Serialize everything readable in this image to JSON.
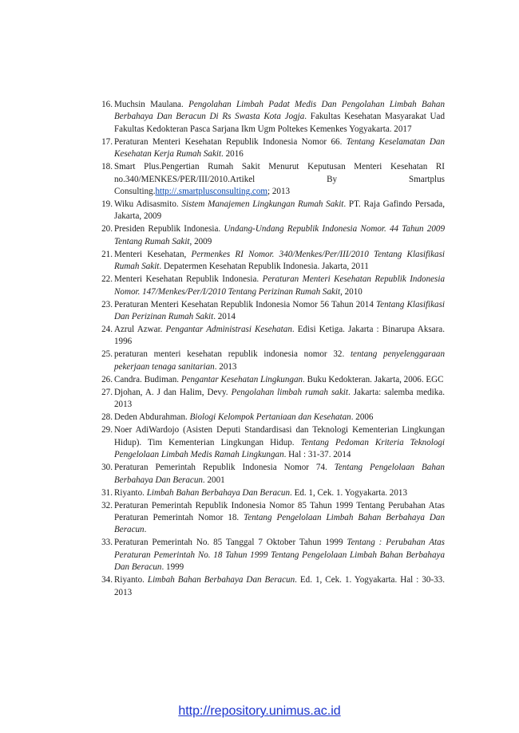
{
  "references": [
    {
      "num": "16.",
      "segments": [
        {
          "t": "Muchsin Maulana. ",
          "s": ""
        },
        {
          "t": "Pengolahan Limbah Padat Medis Dan Pengolahan Limbah Bahan Berbahaya Dan Beracun Di Rs Swasta Kota Jogja",
          "s": "i"
        },
        {
          "t": ". Fakultas Kesehatan Masyarakat Uad Fakultas Kedokteran Pasca Sarjana Ikm Ugm Poltekes Kemenkes Yogyakarta. 2017",
          "s": ""
        }
      ]
    },
    {
      "num": "17.",
      "segments": [
        {
          "t": "Peraturan Menteri Kesehatan Republik Indonesia  Nomor 66. ",
          "s": ""
        },
        {
          "t": "Tentang Keselamatan Dan Kesehatan Kerja Rumah Sakit",
          "s": "i"
        },
        {
          "t": ". 2016",
          "s": ""
        }
      ]
    },
    {
      "num": "18.",
      "segments": [
        {
          "t": "Smart Plus.Pengertian Rumah Sakit Menurut Keputusan Menteri Kesehatan RI no.340/MENKES/PER/III/2010.Artikel By Smartplus Consulting.",
          "s": ""
        },
        {
          "t": "http://.smartplusconsulting.com",
          "s": "u"
        },
        {
          "t": "; 2013",
          "s": ""
        }
      ]
    },
    {
      "num": "19.",
      "segments": [
        {
          "t": "Wiku Adisasmito. ",
          "s": ""
        },
        {
          "t": "Sistem Manajemen Lingkungan Rumah Sakit",
          "s": "i"
        },
        {
          "t": ". PT. Raja Gafindo Persada, Jakarta, 2009",
          "s": ""
        }
      ]
    },
    {
      "num": "20.",
      "segments": [
        {
          "t": "Presiden Republik Indonesia. ",
          "s": ""
        },
        {
          "t": "Undang-Undang Republik Indonesia Nomor. 44 Tahun 2009 Tentang Rumah Sakit",
          "s": "i"
        },
        {
          "t": ", 2009",
          "s": ""
        }
      ]
    },
    {
      "num": "21.",
      "segments": [
        {
          "t": "Menteri Kesehatan, ",
          "s": ""
        },
        {
          "t": "Permenkes RI Nomor. 340/Menkes/Per/III/2010 Tentang Klasifikasi Rumah Sakit",
          "s": "i"
        },
        {
          "t": ". Depatermen Kesehatan Republik Indonesia. Jakarta, 2011",
          "s": ""
        }
      ]
    },
    {
      "num": "22.",
      "segments": [
        {
          "t": "Menteri Kesehatan Republik Indonesia. ",
          "s": ""
        },
        {
          "t": "Peraturan Menteri Kesehatan Republik Indonesia Nomor. 147/Menkes/Per/I/2010 Tentang Perizinan Rumah Sakit",
          "s": "i"
        },
        {
          "t": ", 2010",
          "s": ""
        }
      ]
    },
    {
      "num": "23.",
      "segments": [
        {
          "t": "Peraturan Menteri Kesehatan Republik Indonesia Nomor 56 Tahun 2014 ",
          "s": ""
        },
        {
          "t": "Tentang Klasifikasi Dan Perizinan Rumah Sakit",
          "s": "i"
        },
        {
          "t": ". 2014",
          "s": ""
        }
      ]
    },
    {
      "num": "24.",
      "segments": [
        {
          "t": "Azrul Azwar. ",
          "s": ""
        },
        {
          "t": "Pengantar Administrasi Kesehatan",
          "s": "i"
        },
        {
          "t": ". Edisi Ketiga. Jakarta : Binarupa Aksara. 1996",
          "s": ""
        }
      ]
    },
    {
      "num": "25.",
      "segments": [
        {
          "t": "peraturan menteri kesehatan republik indonesia nomor 32. ",
          "s": ""
        },
        {
          "t": "tentang penyelenggaraan pekerjaan tenaga sanitarian",
          "s": "i"
        },
        {
          "t": ". 2013",
          "s": ""
        }
      ]
    },
    {
      "num": "26.",
      "segments": [
        {
          "t": "Candra. Budiman. ",
          "s": ""
        },
        {
          "t": "Pengantar Kesehatan Lingkungan",
          "s": "i"
        },
        {
          "t": ". Buku Kedokteran. Jakarta, 2006. EGC",
          "s": ""
        }
      ]
    },
    {
      "num": "27.",
      "segments": [
        {
          "t": "Djohan, A. J dan Halim, Devy. ",
          "s": ""
        },
        {
          "t": "Pengolahan limbah rumah sakit",
          "s": "i"
        },
        {
          "t": ". Jakarta: salemba medika. 2013",
          "s": ""
        }
      ]
    },
    {
      "num": "28.",
      "segments": [
        {
          "t": "Deden Abdurahman. ",
          "s": ""
        },
        {
          "t": "Biologi Kelompok Pertaniaan dan Kesehatan",
          "s": "i"
        },
        {
          "t": ". 2006",
          "s": ""
        }
      ]
    },
    {
      "num": "29.",
      "segments": [
        {
          "t": "Noer AdiWardojo (Asisten Deputi Standardisasi dan Teknologi Kementerian Lingkungan Hidup). Tim Kementerian Lingkungan Hidup. ",
          "s": ""
        },
        {
          "t": "Tentang Pedoman Kriteria Teknologi Pengelolaan Limbah Medis Ramah Lingkungan",
          "s": "i"
        },
        {
          "t": ". Hal : 31-37. 2014",
          "s": ""
        }
      ]
    },
    {
      "num": "30.",
      "segments": [
        {
          "t": "Peraturan Pemerintah Republik Indonesia Nomor 74. ",
          "s": ""
        },
        {
          "t": "Tentang Pengelolaan Bahan Berbahaya Dan Beracun",
          "s": "i"
        },
        {
          "t": ". 2001",
          "s": ""
        }
      ]
    },
    {
      "num": "31.",
      "segments": [
        {
          "t": "Riyanto. ",
          "s": ""
        },
        {
          "t": "Limbah Bahan Berbahaya Dan Beracun",
          "s": "i"
        },
        {
          "t": ". Ed. 1, Cek. 1. Yogyakarta. 2013",
          "s": ""
        }
      ]
    },
    {
      "num": "32.",
      "segments": [
        {
          "t": "Peraturan Pemerintah Republik Indonesia Nomor  85 Tahun 1999 Tentang Perubahan Atas Peraturan Pemerintah Nomor 18. ",
          "s": ""
        },
        {
          "t": "Tentang Pengelolaan Limbah Bahan  Berbahaya Dan Beracun",
          "s": "i"
        },
        {
          "t": ".",
          "s": ""
        }
      ]
    },
    {
      "num": "33.",
      "segments": [
        {
          "t": "Peraturan Pemerintah No. 85 Tanggal 7 Oktober Tahun 1999 ",
          "s": ""
        },
        {
          "t": "Tentang : Perubahan Atas Peraturan Pemerintah No. 18 Tahun 1999 Tentang Pengelolaan Limbah Bahan Berbahaya  Dan Beracun",
          "s": "i"
        },
        {
          "t": ". 1999",
          "s": ""
        }
      ]
    },
    {
      "num": "34.",
      "segments": [
        {
          "t": "Riyanto. ",
          "s": ""
        },
        {
          "t": "Limbah Bahan Berbahaya Dan Beracun",
          "s": "i"
        },
        {
          "t": ". Ed. 1, Cek. 1. Yogyakarta. Hal : 30-33. 2013",
          "s": ""
        }
      ]
    }
  ],
  "footer": {
    "link_text": "http://repository.unimus.ac.id"
  },
  "colors": {
    "text": "#1a1a1a",
    "link": "#0645ad",
    "footer_link": "#1a33cc"
  }
}
